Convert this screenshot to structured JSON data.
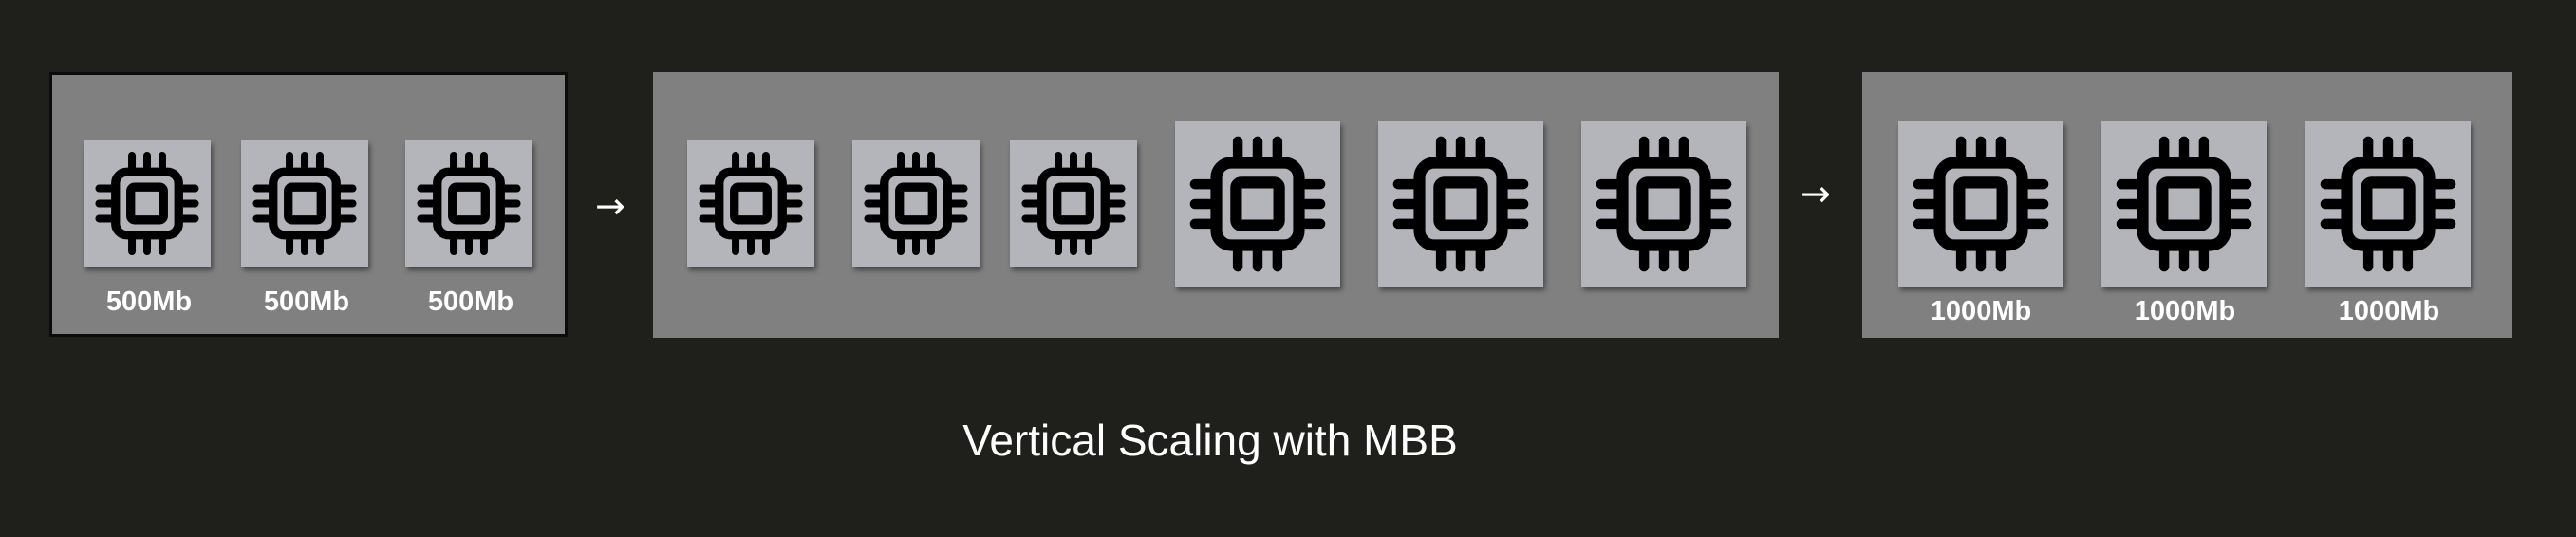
{
  "diagram": {
    "caption": "Vertical Scaling with MBB",
    "before": {
      "labels": [
        "500Mb",
        "500Mb",
        "500Mb"
      ]
    },
    "after": {
      "labels": [
        "1000Mb",
        "1000Mb",
        "1000Mb"
      ]
    },
    "arrows": [
      "→",
      "→"
    ]
  },
  "colors": {
    "background": "#1f1f1c",
    "panel": "#808080",
    "chip_tile": "#b4b4bb",
    "icon": "#000000",
    "text": "#ffffff"
  },
  "icons": {
    "chip": "cpu-chip-icon",
    "arrow": "arrow-right-icon"
  }
}
